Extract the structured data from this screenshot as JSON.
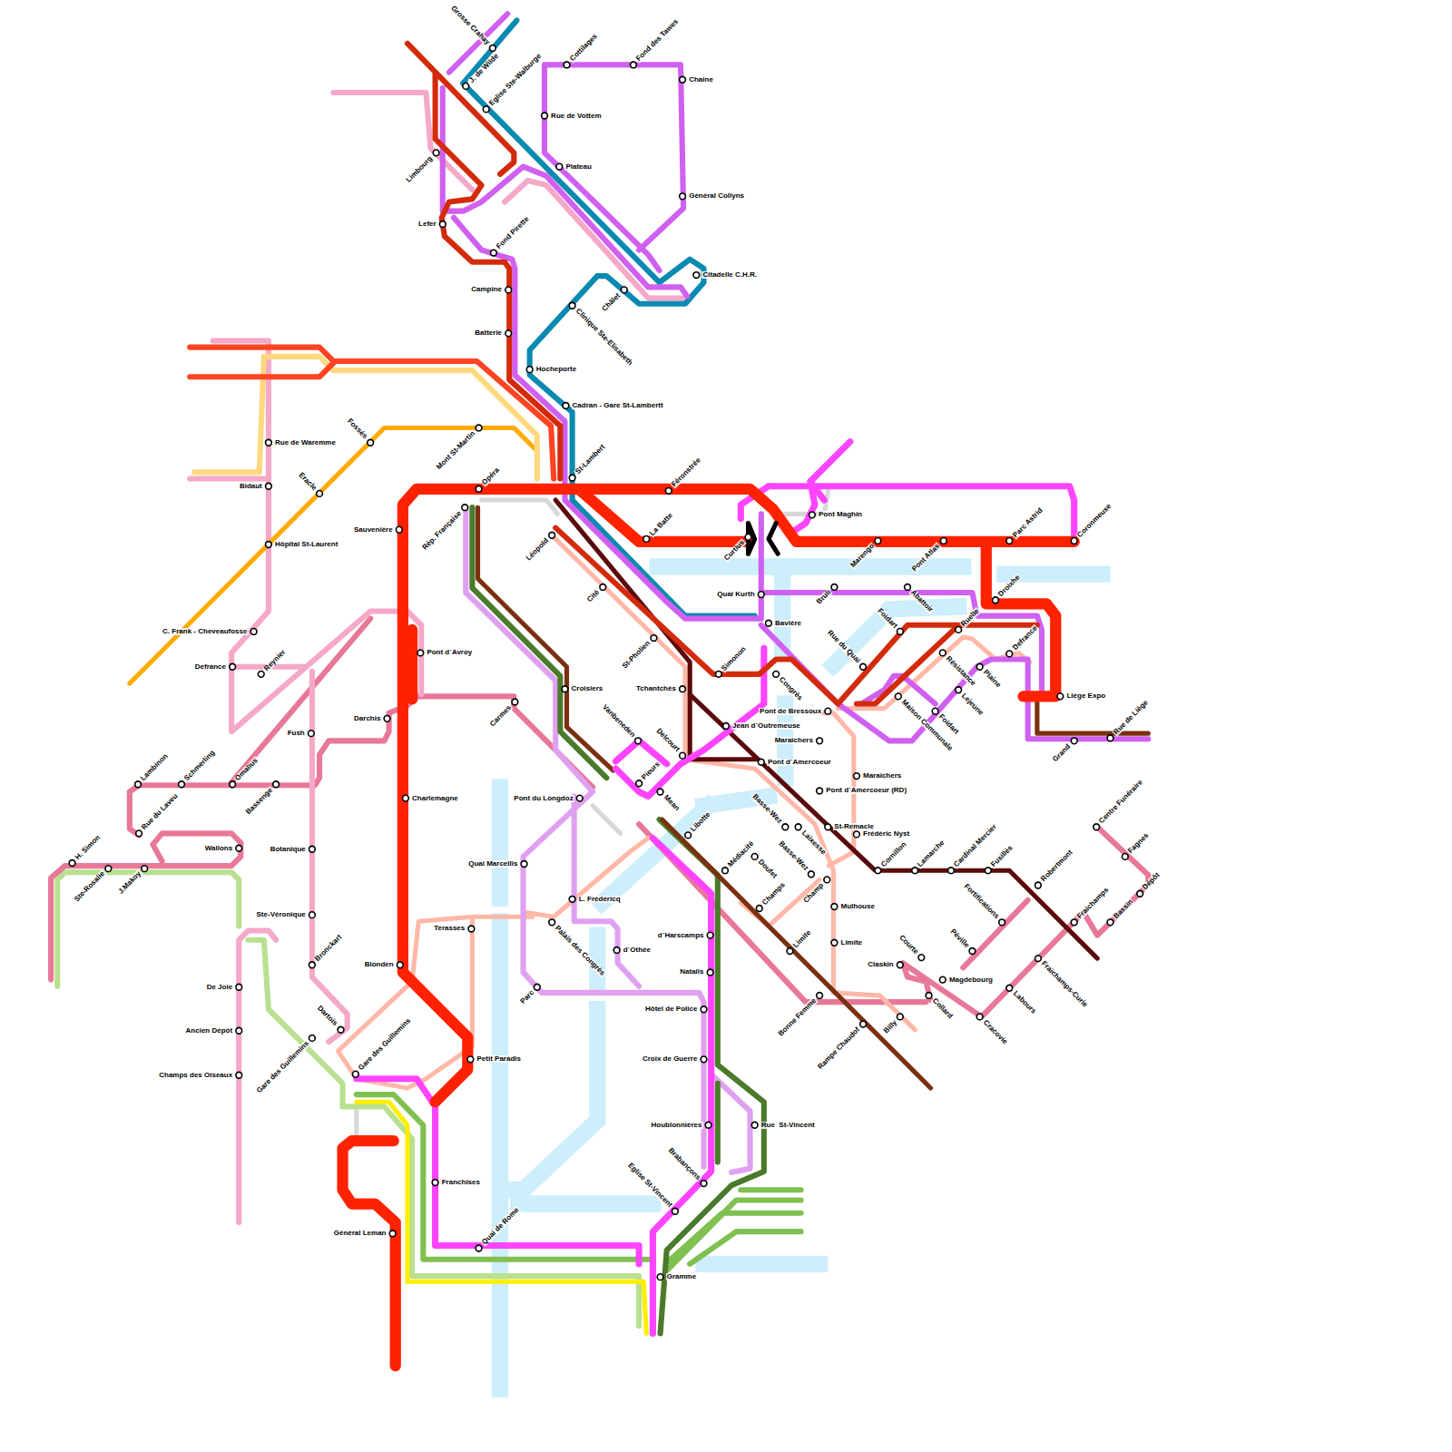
{
  "diagram": {
    "labels": [
      "Grosse Crahay",
      "J. de Wilde",
      "Eglise Ste-Walburge",
      "Cottilages",
      "Fond des Tawes",
      "Chaine",
      "Rue de Vottem",
      "Plateau",
      "Général Collyns",
      "Limbourg",
      "Lefer",
      "Fond Pirette",
      "Campine",
      "Batterie",
      "Citadelle C.H.R.",
      "Châlet",
      "Clinique Ste-Elisabeth",
      "Hocheporte",
      "Cadran - Gare St-Lambertt",
      "St-Lambert",
      "Opéra",
      "Mont St-Martin",
      "Fossés",
      "Eracle",
      "Rue de Waremme",
      "Bidaut",
      "Hôpital St-Laurent",
      "C. Frank - Cheveaufosse",
      "Defrance",
      "Reynier",
      "Sauvenière",
      "Rép. Française",
      "Pont d´Avroy",
      "Croisiers",
      "Carmes",
      "Darchis",
      "Fush",
      "Charlemagne",
      "Lambinon",
      "Schmerling",
      "Omalius",
      "Bassenge",
      "Rue du Laveu",
      "H. Simon",
      "Ste-Rosalie",
      "J.Makoy",
      "Wallons",
      "Botanique",
      "Ste-Véronique",
      "Bronckart",
      "Blonden",
      "De Joie",
      "Ancien Dépôt",
      "Champs des Oiseaux",
      "Dartois",
      "Gare des Guillemins",
      "Gare des Guillemins",
      "Petit Paradis",
      "Terasses",
      "Quai Marcellis",
      "Pont du Longdoz",
      "L. Frédéricq",
      "Palais des Congrès",
      "d´Othée",
      "Parc",
      "Franchises",
      "Quai de Rome",
      "Général Leman",
      "Gramme",
      "Eglise St-Vincent",
      "Brabançons",
      "Houblonnières",
      "Rue  St-Vincent",
      "Croix de Guerre",
      "Hôtel de Police",
      "Natalis",
      "d´Harscamps",
      "Libotte",
      "Médiacité",
      "Mean",
      "Pieurs",
      "Vanbeneden",
      "Delcourt",
      "Tchantchès",
      "St-Pholien",
      "Cité",
      "Léopold",
      "La Batte",
      "Féronstrée",
      "Curtius",
      "Pont Maghin",
      "Marengo",
      "Pont Atlas",
      "Parc Astrid",
      "Coronmeuse",
      "Quai Kurth",
      "Bavière",
      "Bruli",
      "Abattoir",
      "Droixhe",
      "Simonon",
      "Congrès",
      "Foidart",
      "Rue du Quai",
      "Ruelle",
      "Résistance",
      "Plaine",
      "Defrance",
      "Liège Expo",
      "Lejeune",
      "Maison Communale",
      "Foidart",
      "Jean d´Outremeuse",
      "Pont de Bressoux",
      "Maraîchers",
      "Pont d´Amercoeur",
      "Maraîchers",
      "Pont d´Amercoeur (RD)",
      "Rue de Liège",
      "Grand",
      "Basse-Wez",
      "Basse-Wez",
      "Laixesse",
      "St-Remacle",
      "Frédéric Nyst",
      "Doufet",
      "Champs",
      "Champ",
      "Mulhouse",
      "Limite",
      "Limite",
      "Bonne Femme",
      "Rampe Chaudof",
      "Billy",
      "Cornillon",
      "Lamarche",
      "Cardinal Mercier",
      "Fusillés",
      "Fortifications",
      "Robertmont",
      "Centre Funéraire",
      "Fagnes",
      "Dépôt",
      "Bassin",
      "Fraichamps",
      "Fraichamps-Curie",
      "Péville",
      "Magdebourg",
      "Courte",
      "Claskin",
      "Collard",
      "Labours",
      "Cracovie"
    ]
  }
}
